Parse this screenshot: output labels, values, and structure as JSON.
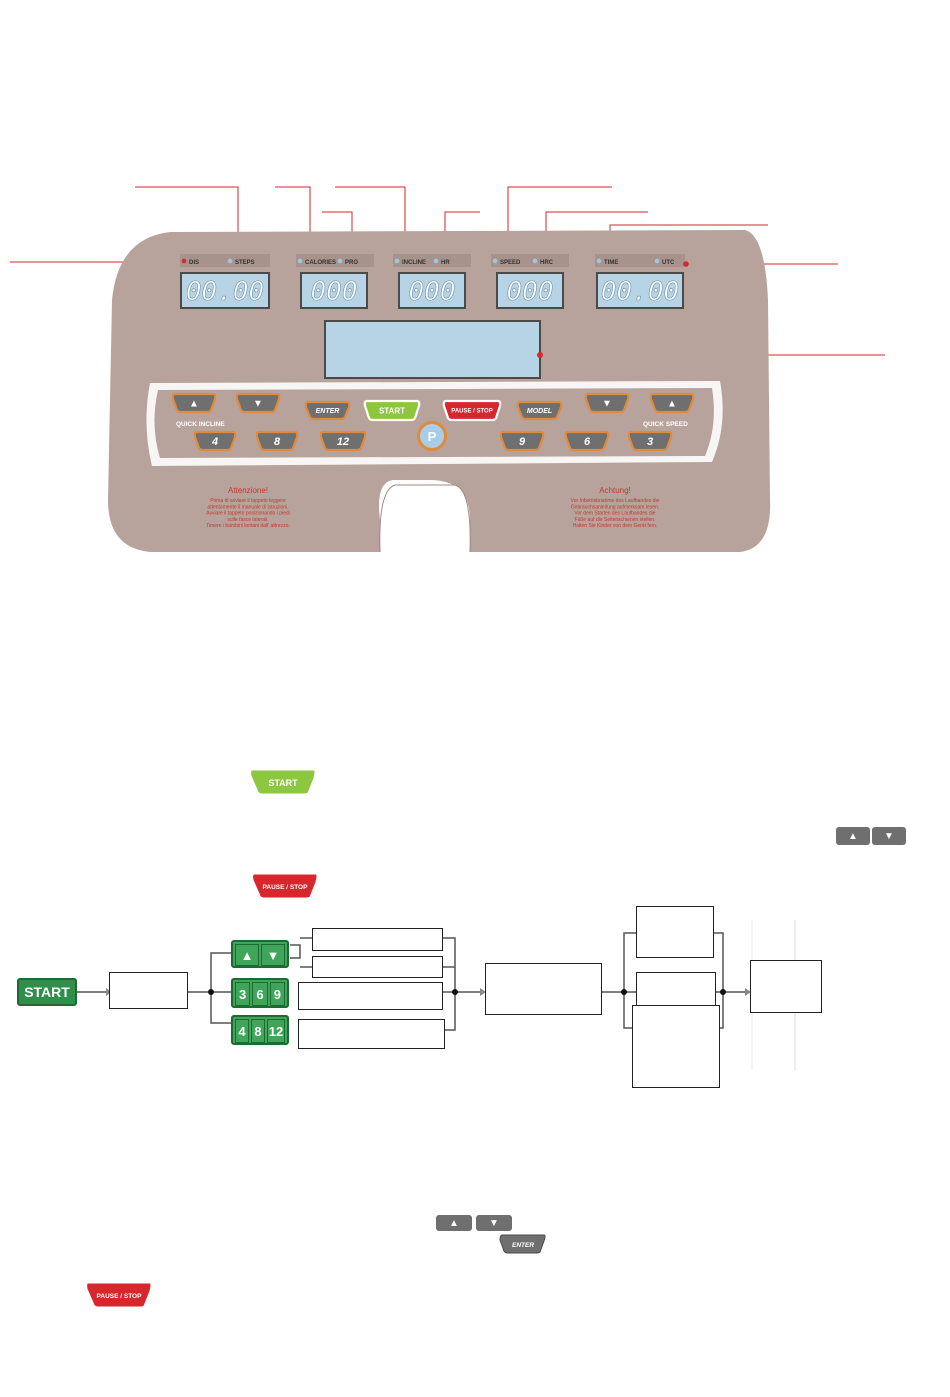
{
  "console": {
    "indicators": [
      {
        "left": "DIS",
        "right": "STEPS"
      },
      {
        "left": "CALORIES",
        "right": "PRO"
      },
      {
        "left": "INCLINE",
        "right": "HR"
      },
      {
        "left": "SPEED",
        "right": "HRC"
      },
      {
        "left": "TIME",
        "right": "UTC"
      }
    ],
    "displays": [
      "00.00",
      "000",
      "000",
      "000",
      "00.00"
    ],
    "buttons": {
      "incline_up": "▲",
      "incline_down": "▼",
      "enter": "ENTER",
      "start": "START",
      "pause_stop": "PAUSE / STOP",
      "model": "MODEL",
      "speed_down": "▼",
      "speed_up": "▲",
      "p": "P",
      "incline_4": "4",
      "incline_8": "8",
      "incline_12": "12",
      "speed_9": "9",
      "speed_6": "6",
      "speed_3": "3"
    },
    "labels": {
      "quick_incline": "QUICK INCLINE",
      "quick_speed": "QUICK SPEED"
    },
    "warnings": {
      "it_title": "Attenzione!",
      "it_lines": [
        "Prima di avviare il tappeto leggere",
        "attentamente il manuale di istruzioni.",
        "Avviare il tappeto posizionando i piedi",
        "sulle fasce laterali.",
        "Tenere i bambini lontani dall' attrezzo."
      ],
      "de_title": "Achtung!",
      "de_lines": [
        "Vor Inbetriebnahme des Laufbandes die",
        "Gebrauchsanleitung aufmerksam lesen.",
        "Vor dem Starten des Laufbandes die",
        "Füße auf die Seitenschienen stellen.",
        "Halten Sie Kinder von dem Gerät fern."
      ]
    },
    "colors": {
      "panel": "#b7a39c",
      "display": "#b7d3e6",
      "callout": "#d7262c",
      "start_green": "#8dc63f",
      "pause_red": "#d7262c",
      "button_border": "#e08a3c"
    }
  },
  "inline_icons": {
    "start": "START",
    "pause_stop": "PAUSE / STOP",
    "up": "▲",
    "down": "▼",
    "enter": "ENTER"
  },
  "flow": {
    "start_label": "START",
    "keys_speed": [
      "3",
      "6",
      "9"
    ],
    "keys_incline": [
      "4",
      "8",
      "12"
    ],
    "arrow_up": "▲",
    "arrow_down": "▼"
  }
}
